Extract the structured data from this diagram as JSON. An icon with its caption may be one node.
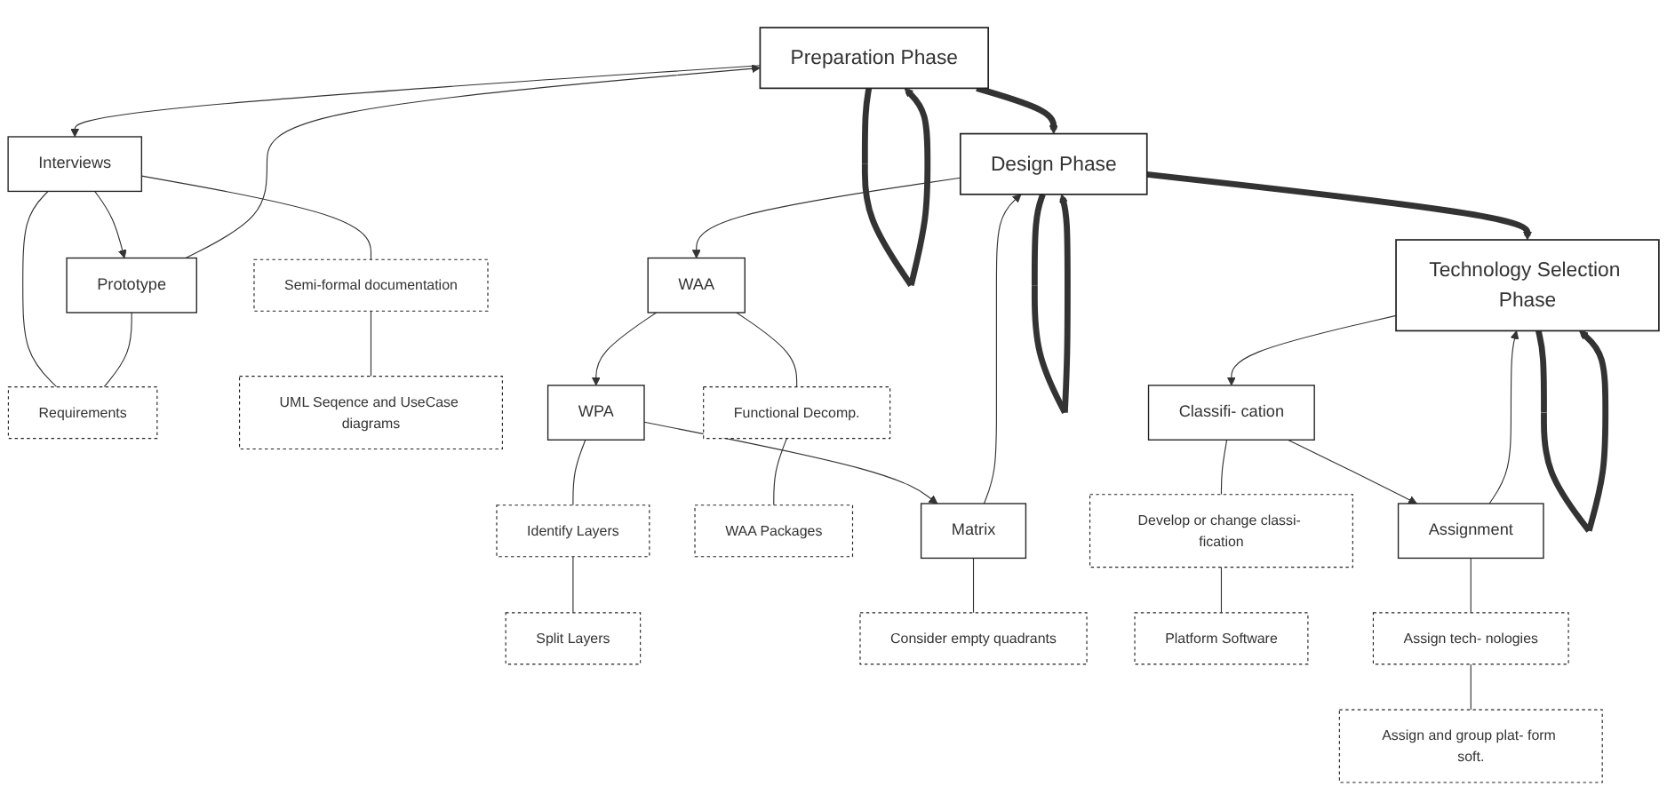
{
  "diagram": {
    "nodes": [
      {
        "text": [
          "Preparation Phase"
        ]
      },
      {
        "text": [
          "Design Phase"
        ]
      },
      {
        "text": [
          "Technology Selection Phase"
        ]
      },
      {
        "text": [
          "Interviews"
        ]
      },
      {
        "text": [
          "Prototype"
        ]
      },
      {
        "text": [
          "Semi-formal documentation"
        ]
      },
      {
        "text": [
          "Requirements"
        ]
      },
      {
        "text": [
          "UML Seqence and UseCase diagrams"
        ]
      },
      {
        "text": [
          "WAA"
        ]
      },
      {
        "text": [
          "WPA"
        ]
      },
      {
        "text": [
          "Matrix"
        ]
      },
      {
        "text": [
          "Functional Decomp."
        ]
      },
      {
        "text": [
          "WAA Packages"
        ]
      },
      {
        "text": [
          "Identify Layers"
        ]
      },
      {
        "text": [
          "Split Layers"
        ]
      },
      {
        "text": [
          "Consider empty quadrants"
        ]
      },
      {
        "text": [
          "Classifi- cation"
        ]
      },
      {
        "text": [
          "Assignment"
        ]
      },
      {
        "text": [
          "Develop or change classi- fication"
        ]
      },
      {
        "text": [
          "Platform Software"
        ]
      },
      {
        "text": [
          "Assign tech- nologies"
        ]
      },
      {
        "text": [
          "Assign and group plat- form soft."
        ]
      }
    ],
    "edges": [
      {
        "from": 0,
        "to": 0,
        "arrow": "to",
        "style": "thick"
      },
      {
        "from": 0,
        "to": 1,
        "arrow": "to",
        "style": "thick"
      },
      {
        "from": 1,
        "to": 1,
        "arrow": "to",
        "style": "thick"
      },
      {
        "from": 1,
        "to": 2,
        "arrow": "to",
        "style": "thick"
      },
      {
        "from": 2,
        "to": 2,
        "arrow": "to",
        "style": "thick"
      },
      {
        "from": 0,
        "to": 3,
        "arrow": "to"
      },
      {
        "from": 4,
        "to": 0,
        "arrow": "to"
      },
      {
        "from": 3,
        "to": 4,
        "arrow": "to"
      },
      {
        "from": 3,
        "to": 5,
        "arrow": "none"
      },
      {
        "from": 3,
        "to": 6,
        "arrow": "none"
      },
      {
        "from": 4,
        "to": 6,
        "arrow": "none"
      },
      {
        "from": 5,
        "to": 7,
        "arrow": "none"
      },
      {
        "from": 1,
        "to": 8,
        "arrow": "to"
      },
      {
        "from": 10,
        "to": 1,
        "arrow": "to"
      },
      {
        "from": 8,
        "to": 9,
        "arrow": "to"
      },
      {
        "from": 9,
        "to": 10,
        "arrow": "to"
      },
      {
        "from": 8,
        "to": 11,
        "arrow": "none"
      },
      {
        "from": 11,
        "to": 12,
        "arrow": "none"
      },
      {
        "from": 9,
        "to": 13,
        "arrow": "none"
      },
      {
        "from": 13,
        "to": 14,
        "arrow": "none"
      },
      {
        "from": 10,
        "to": 15,
        "arrow": "none"
      },
      {
        "from": 2,
        "to": 16,
        "arrow": "to"
      },
      {
        "from": 17,
        "to": 2,
        "arrow": "to"
      },
      {
        "from": 16,
        "to": 17,
        "arrow": "to"
      },
      {
        "from": 16,
        "to": 18,
        "arrow": "none"
      },
      {
        "from": 18,
        "to": 19,
        "arrow": "none"
      },
      {
        "from": 17,
        "to": 20,
        "arrow": "none"
      },
      {
        "from": 20,
        "to": 21,
        "arrow": "none"
      }
    ]
  }
}
